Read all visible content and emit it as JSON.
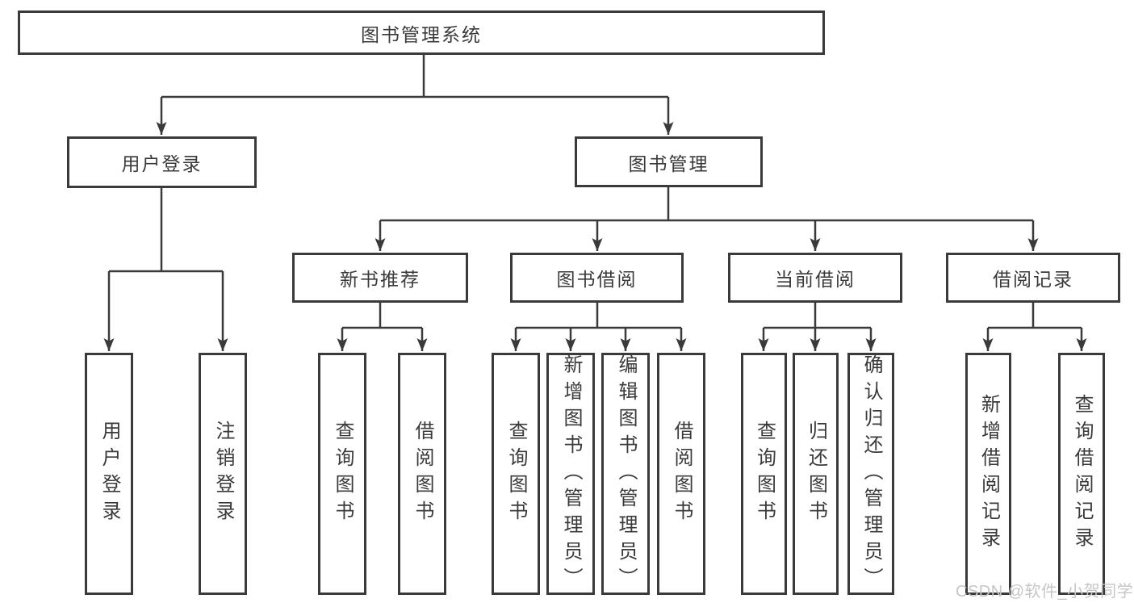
{
  "tree": {
    "label": "图书管理系统",
    "children": [
      {
        "label": "用户登录",
        "children": [
          {
            "label": "用户登录"
          },
          {
            "label": "注销登录"
          }
        ]
      },
      {
        "label": "图书管理",
        "children": [
          {
            "label": "新书推荐",
            "children": [
              {
                "label": "查询图书"
              },
              {
                "label": "借阅图书"
              }
            ]
          },
          {
            "label": "图书借阅",
            "children": [
              {
                "label": "查询图书"
              },
              {
                "label": "新增图书（管理员）"
              },
              {
                "label": "编辑图书（管理员）"
              },
              {
                "label": "借阅图书"
              }
            ]
          },
          {
            "label": "当前借阅",
            "children": [
              {
                "label": "查询图书"
              },
              {
                "label": "归还图书"
              },
              {
                "label": "确认归还（管理员）"
              }
            ]
          },
          {
            "label": "借阅记录",
            "children": [
              {
                "label": "新增借阅记录"
              },
              {
                "label": "查询借阅记录"
              }
            ]
          }
        ]
      }
    ]
  },
  "watermark": "CSDN @软件_小贺同学",
  "colors": {
    "line": "#3a3a3a",
    "text": "#3a3a3a",
    "box_background": "#ffffff",
    "watermark": "#c6c6c6",
    "page_background": "#ffffff"
  }
}
